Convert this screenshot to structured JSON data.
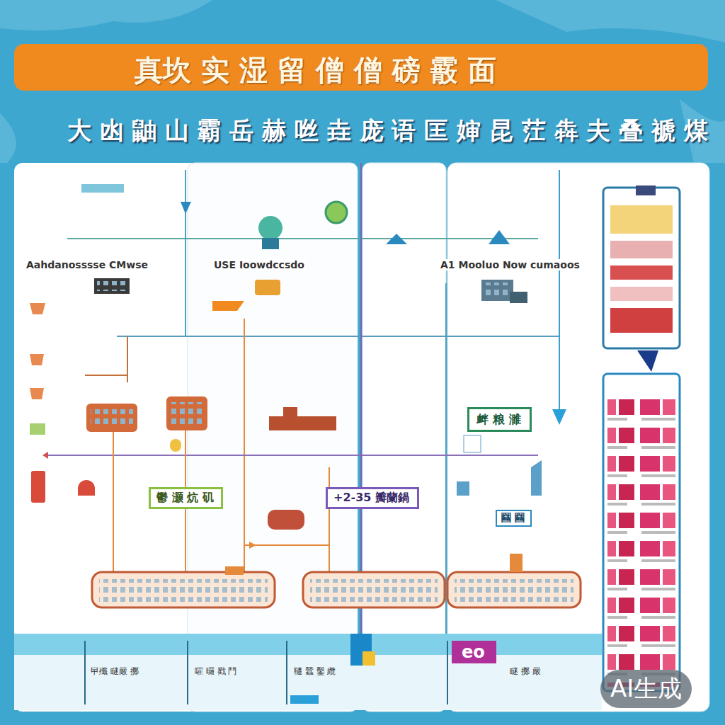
{
  "diagram": {
    "title": "真坎 实 湿 留 僧 僧 磅 霰 面",
    "nodes": [
      {
        "text": [
          "鬱 灏 炕 矶"
        ]
      },
      {
        "text": [
          "+2-35 瓣蘭鍋"
        ]
      },
      {
        "text": [
          "衅 粮 濉"
        ]
      },
      {
        "text": [
          "圝 圝"
        ]
      },
      {
        "text": [
          "eo"
        ]
      }
    ],
    "labels": [
      "大 凼 鼬 山 霸 岳 赫 咝 垚 庞 语 匡 婶 昆 茳 犇 夫 叠 褫 煤",
      "Aahdanosssse CMwse",
      "USE Ioowdccsdo",
      "A1 Mooluo Now cumaoos",
      "曱殲 瞇嚴 擲",
      "嚯 曪 戳 鬥",
      "韆 蠶 鑿 纜",
      "瞇 擲 嚴",
      "AI生成"
    ]
  }
}
